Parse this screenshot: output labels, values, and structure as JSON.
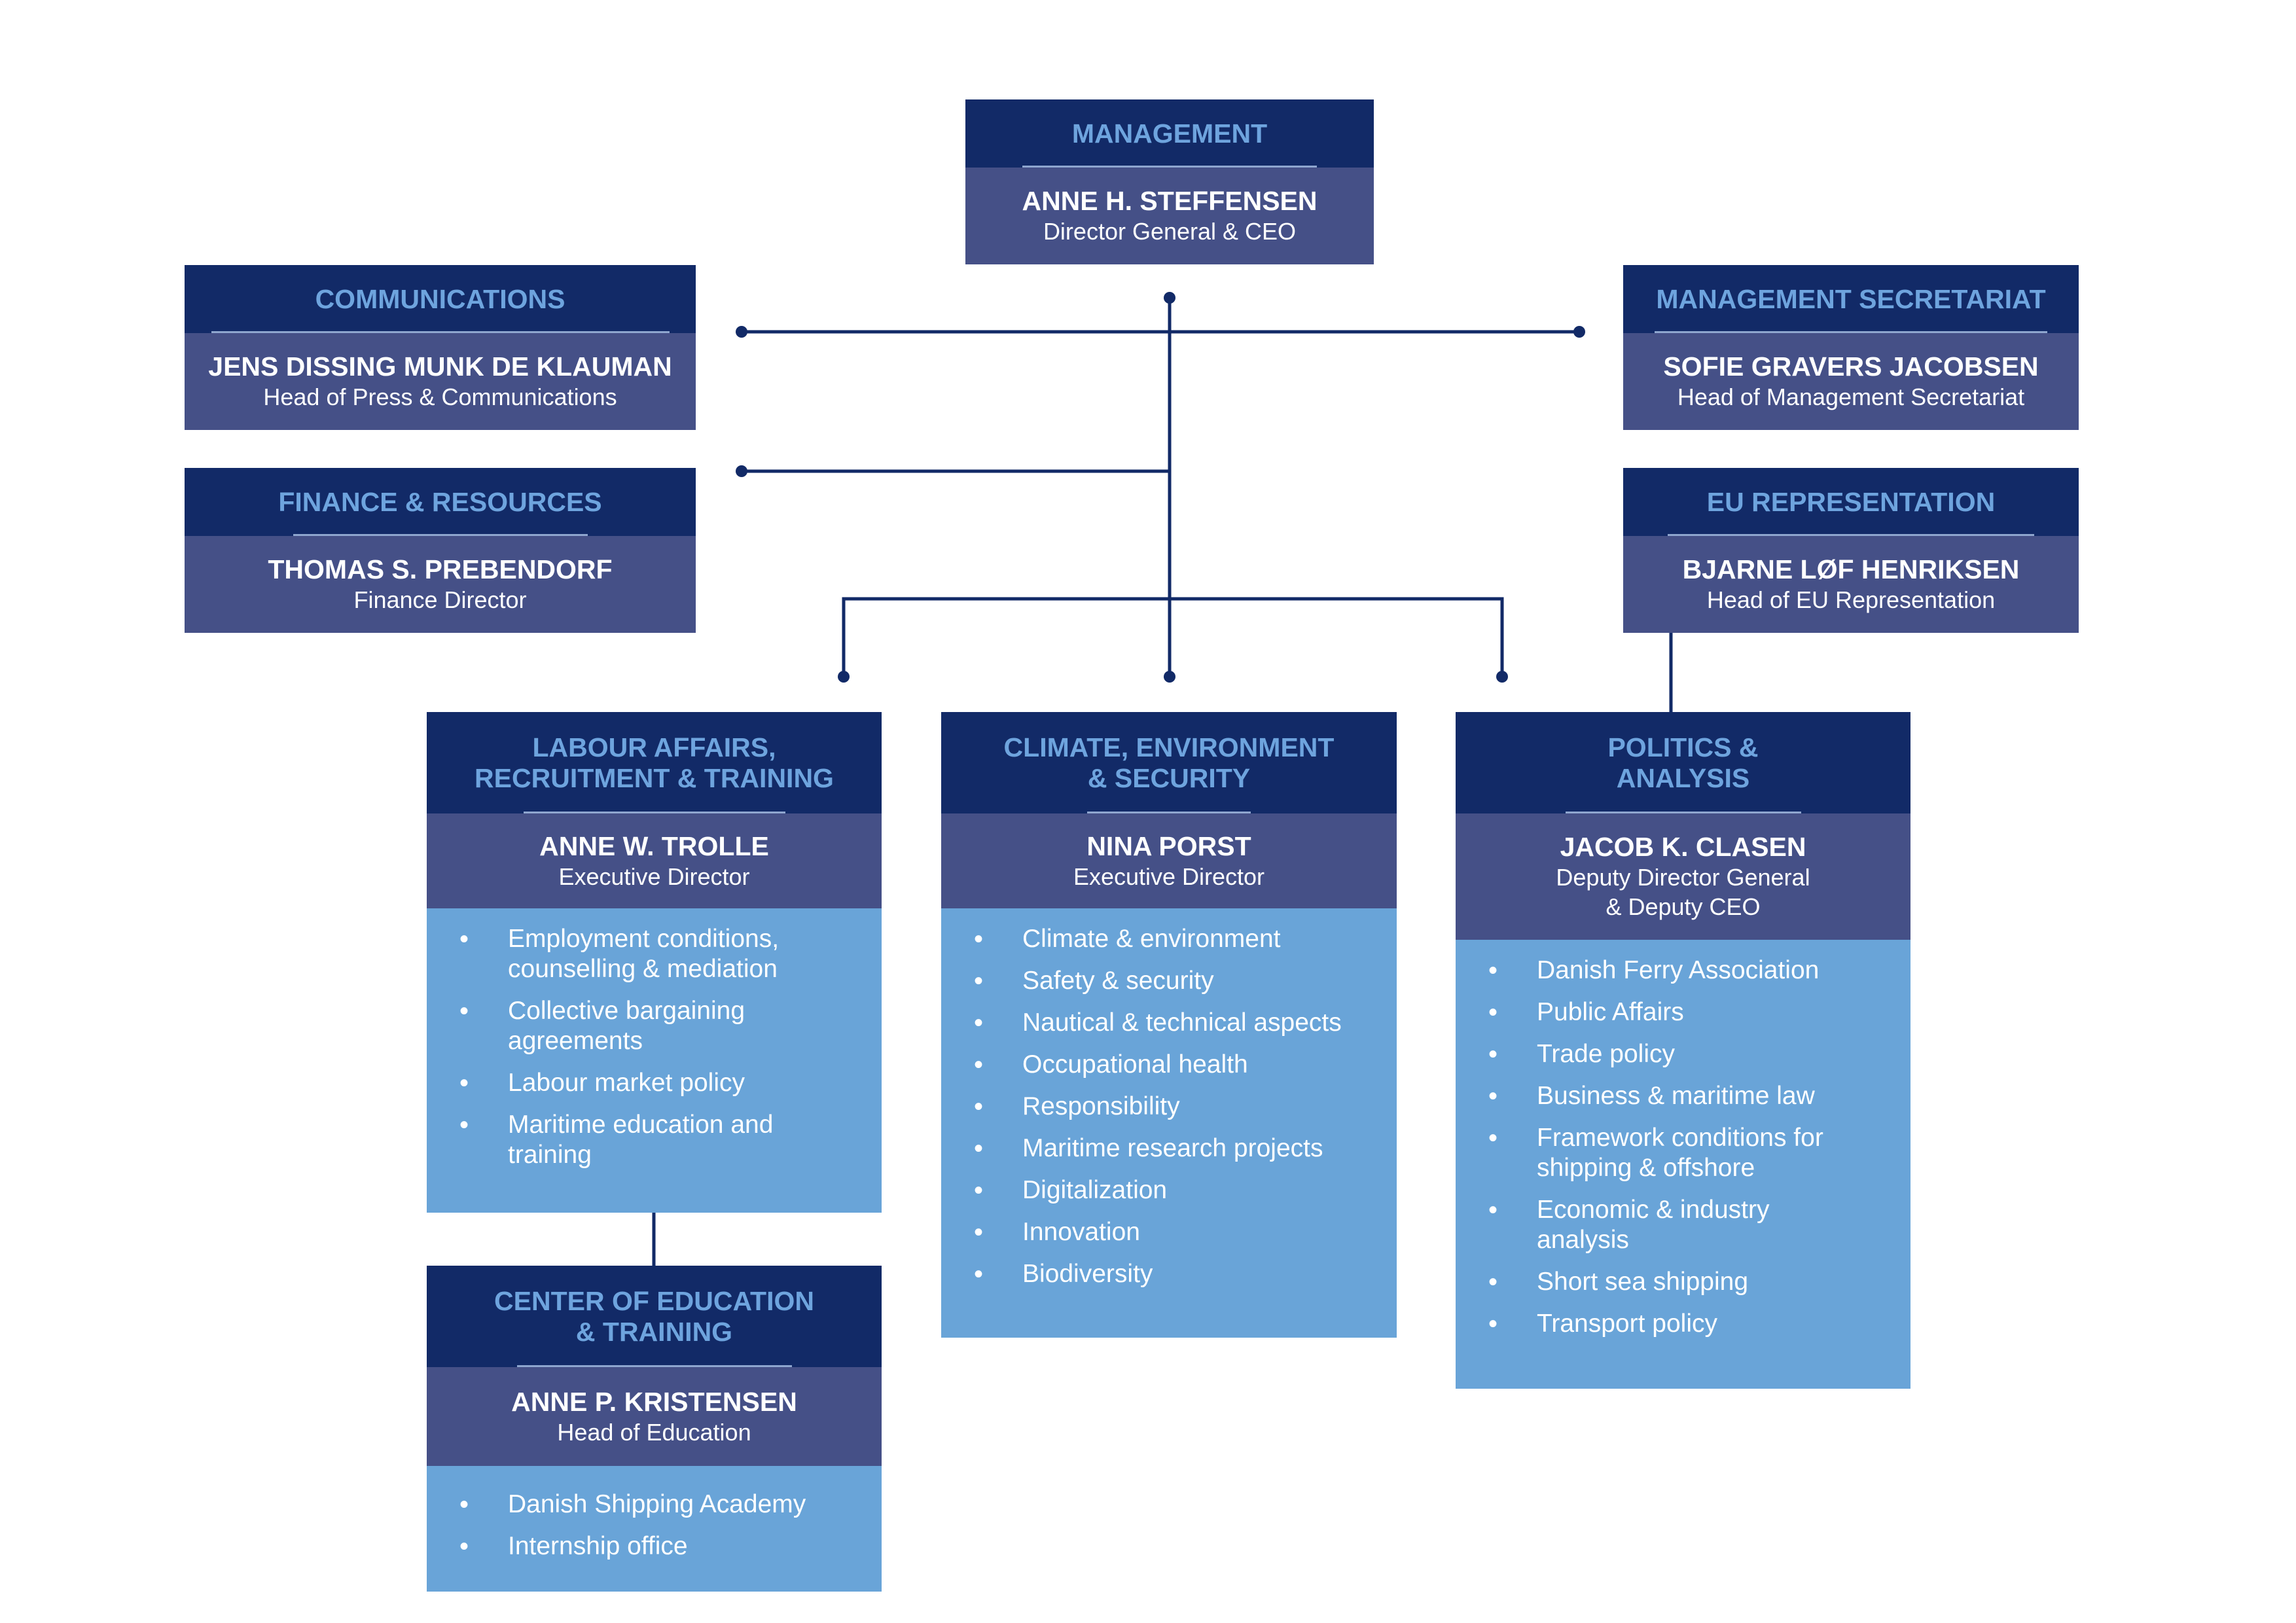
{
  "colors": {
    "header": "#122a67",
    "header_text": "#6ea4de",
    "person": "#455087",
    "list": "#69a4d8",
    "connector": "#122a67"
  },
  "management": {
    "unit": "MANAGEMENT",
    "name": "ANNE H. STEFFENSEN",
    "role": "Director General & CEO"
  },
  "communications": {
    "unit": "COMMUNICATIONS",
    "name": "JENS DISSING MUNK DE KLAUMAN",
    "role": "Head of Press & Communications"
  },
  "finance": {
    "unit": "FINANCE & RESOURCES",
    "name": "THOMAS S. PREBENDORF",
    "role": "Finance Director"
  },
  "secretariat": {
    "unit": "MANAGEMENT SECRETARIAT",
    "name": "SOFIE GRAVERS JACOBSEN",
    "role": "Head of Management Secretariat"
  },
  "eu": {
    "unit": "EU REPRESENTATION",
    "name": "BJARNE LØF HENRIKSEN",
    "role": "Head of EU Representation"
  },
  "labour": {
    "unit_line1": "LABOUR AFFAIRS,",
    "unit_line2": "RECRUITMENT & TRAINING",
    "name": "ANNE W. TROLLE",
    "role": "Executive Director",
    "items": [
      "Employment conditions, counselling & mediation",
      "Collective bargaining agreements",
      "Labour market policy",
      "Maritime education and training"
    ]
  },
  "climate": {
    "unit_line1": "CLIMATE, ENVIRONMENT",
    "unit_line2": "& SECURITY",
    "name": "NINA PORST",
    "role": "Executive Director",
    "items": [
      "Climate & environment",
      "Safety & security",
      "Nautical & technical aspects",
      "Occupational health",
      "Responsibility",
      "Maritime research projects",
      "Digitalization",
      "Innovation",
      "Biodiversity"
    ]
  },
  "politics": {
    "unit_line1": "POLITICS &",
    "unit_line2": "ANALYSIS",
    "name": "JACOB K. CLASEN",
    "role_line1": "Deputy Director General",
    "role_line2": "& Deputy CEO",
    "items": [
      "Danish Ferry Association",
      "Public Affairs",
      "Trade policy",
      "Business & maritime law",
      "Framework conditions for shipping & offshore",
      "Economic & industry analysis",
      "Short sea shipping",
      "Transport policy"
    ]
  },
  "education": {
    "unit_line1": "CENTER OF EDUCATION",
    "unit_line2": "& TRAINING",
    "name": "ANNE P. KRISTENSEN",
    "role": "Head of Education",
    "items": [
      "Danish Shipping Academy",
      "Internship office"
    ]
  }
}
